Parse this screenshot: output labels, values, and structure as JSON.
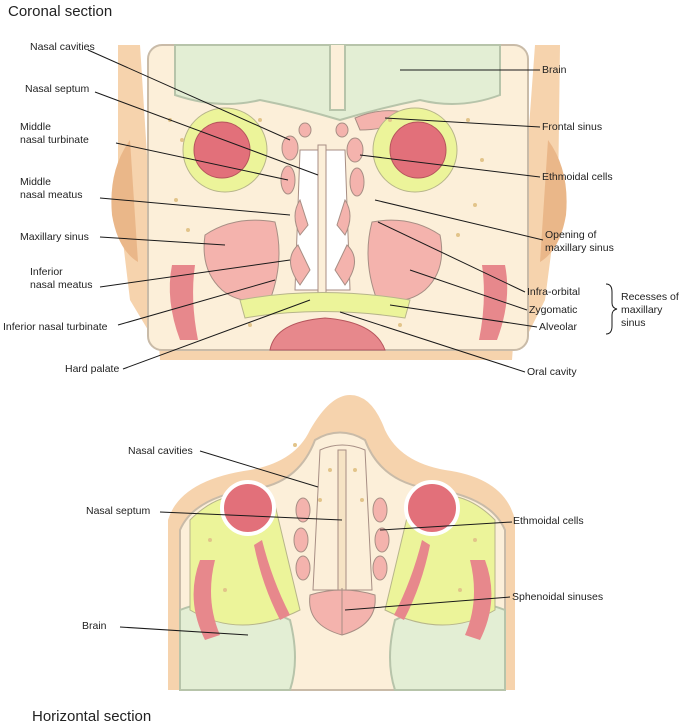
{
  "titles": {
    "coronal": "Coronal section",
    "horizontal": "Horizontal section"
  },
  "coronal_labels": {
    "nasal_cavities": "Nasal cavities",
    "nasal_septum": "Nasal septum",
    "middle_turbinate_1": "Middle",
    "middle_turbinate_2": "nasal turbinate",
    "middle_meatus_1": "Middle",
    "middle_meatus_2": "nasal meatus",
    "maxillary_sinus": "Maxillary sinus",
    "inferior_meatus_1": "Inferior",
    "inferior_meatus_2": "nasal meatus",
    "inferior_turbinate": "Inferior nasal turbinate",
    "hard_palate": "Hard palate",
    "brain": "Brain",
    "frontal_sinus": "Frontal sinus",
    "ethmoidal_cells": "Ethmoidal cells",
    "opening_1": "Opening of",
    "opening_2": "maxillary sinus",
    "infra_orbital": "Infra-orbital",
    "zygomatic": "Zygomatic",
    "alveolar": "Alveolar",
    "recesses_1": "Recesses of",
    "recesses_2": "maxillary",
    "recesses_3": "sinus",
    "oral_cavity": "Oral cavity"
  },
  "horizontal_labels": {
    "nasal_cavities": "Nasal cavities",
    "nasal_septum": "Nasal septum",
    "brain": "Brain",
    "ethmoidal_cells": "Ethmoidal cells",
    "sphenoidal_sinuses": "Sphenoidal sinuses"
  },
  "colors": {
    "skin": "#f6d3ad",
    "skin_dark": "#eab789",
    "bone": "#fcefd9",
    "fat_yellow": "#ecf49a",
    "sinus_pink": "#f4b3ad",
    "muscle": "#e7888c",
    "eye": "#e2707a",
    "brain": "#e3eed4",
    "outline": "#b9b2aa"
  }
}
